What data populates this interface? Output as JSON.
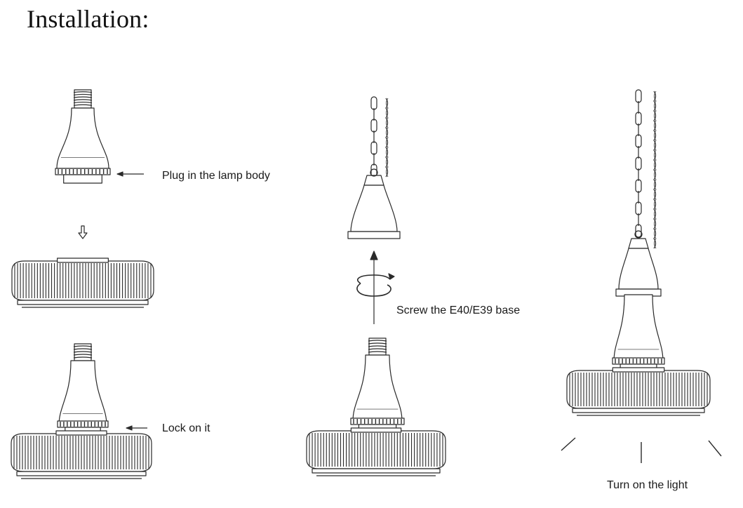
{
  "title": "Installation:",
  "steps": [
    {
      "label": "Plug in the lamp body"
    },
    {
      "label": "Lock on it"
    },
    {
      "label": "Screw the E40/E39 base"
    },
    {
      "label": "Turn on the light"
    }
  ],
  "icons": {
    "down_arrow": "down-arrow-icon",
    "up_arrow": "up-arrow-icon",
    "rotate": "rotate-icon"
  },
  "colors": {
    "line": "#2a2a2a",
    "fill": "#ffffff"
  }
}
